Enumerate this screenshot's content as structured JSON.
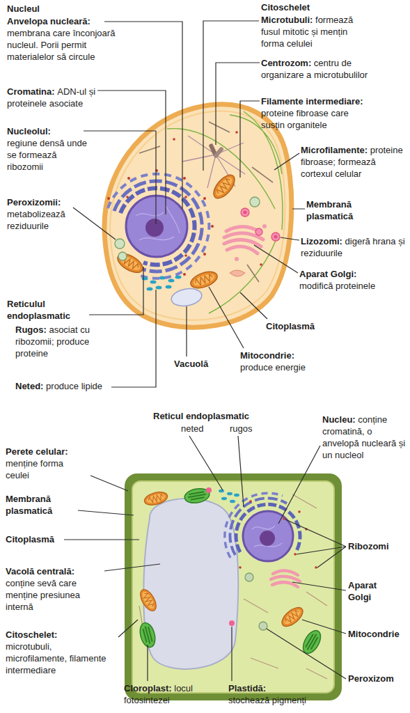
{
  "diagram": {
    "labels": [
      "Nucleul",
      "Anvelopa nucleară:",
      "membrana care înconjoară nucleul. Porii permit materialelor să circule",
      "Cromatina:",
      "ADN-ul și proteinele asociate",
      "Nucleolul:",
      "regiune densă unde se formează ribozomii",
      "Peroxizomii:",
      "metabolizează reziduurile",
      "Reticulul endoplasmatic",
      "Rugos:",
      "asociat cu ribozomii; produce proteine",
      "Neted:",
      "produce lipide",
      "Citoschelet",
      "Microtubuli:",
      "formează fusul mitotic și mențin forma celulei",
      "Centrozom:",
      "centru de organizare a microtubulilor",
      "Filamente intermediare:",
      "proteine fibroase care susțin organitele",
      "Microfilamente:",
      "proteine fibroase; formează cortexul celular",
      "Membrană plasmatică",
      "Lizozomi:",
      "digeră hrana și reziduurile",
      "Aparat Golgi:",
      "modifică proteinele",
      "Citoplasmă",
      "Mitocondrie:",
      "produce energie",
      "Vacuolă",
      "Reticul endoplasmatic",
      "neted",
      "rugos",
      "Nucleu:",
      "conține cromatină, o anvelopă nucleară și un nucleol",
      "Perete celular:",
      "menține forma ceulei",
      "Membrană plasmatică",
      "Citoplasmă",
      "Ribozomi",
      "Vacolă centrală:",
      "conține sevă care menține presiunea internă",
      "Aparat Golgi",
      "Mitocondrie",
      "Citoschelet:",
      "microtubuli, microfilamente, filamente intermediare",
      "Peroxizom",
      "Cloroplast:",
      "locul fotosintezei",
      "Plastidă:",
      "stochează pigmenți"
    ]
  }
}
